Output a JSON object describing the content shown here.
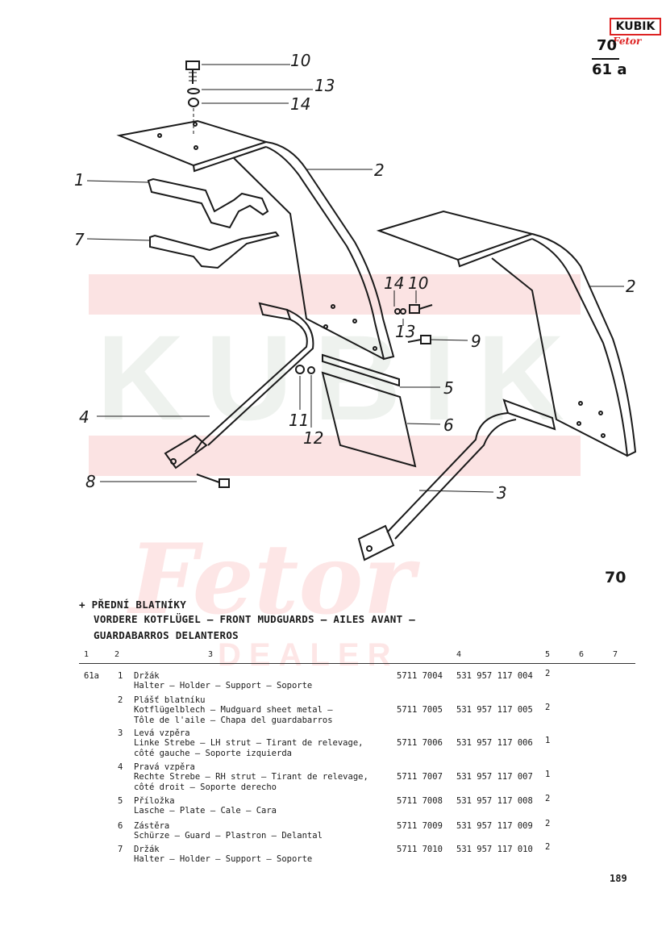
{
  "header": {
    "logo_brand": "KUBIK",
    "logo_sub": "Fetor",
    "group_number": "70",
    "page_ref": "61 a",
    "figure_number": "70"
  },
  "callouts": [
    "10",
    "13",
    "14",
    "2",
    "1",
    "7",
    "2",
    "14",
    "10",
    "13",
    "9",
    "5",
    "6",
    "4",
    "11",
    "12",
    "8",
    "3"
  ],
  "title": {
    "line1": "+ PŘEDNÍ BLATNÍKY",
    "line2": "VORDERE KOTFLÜGEL — FRONT MUDGUARDS — AILES AVANT —",
    "line3": "GUARDABARROS DELANTEROS"
  },
  "columns": [
    "1",
    "2",
    "3",
    "4",
    "5",
    "6",
    "7"
  ],
  "parts": [
    {
      "ref": "61a",
      "pos": "1",
      "lines": [
        "Držák",
        "Halter — Holder — Support — Soporte"
      ],
      "catalog": "5711 7004",
      "code": "531 957 117 004",
      "qty": "2"
    },
    {
      "ref": "",
      "pos": "2",
      "lines": [
        "Plášť blatníku",
        "Kotflügelblech — Mudguard sheet metal —",
        "Tôle de l'aile — Chapa del guardabarros"
      ],
      "catalog": "5711 7005",
      "code": "531 957 117 005",
      "qty": "2"
    },
    {
      "ref": "",
      "pos": "3",
      "lines": [
        "Levá vzpěra",
        "Linke Strebe — LH strut — Tirant de relevage,",
        "côté gauche — Soporte izquierda"
      ],
      "catalog": "5711 7006",
      "code": "531 957 117 006",
      "qty": "1"
    },
    {
      "ref": "",
      "pos": "4",
      "lines": [
        "Pravá vzpěra",
        "Rechte Strebe — RH strut — Tirant de relevage,",
        "côté droit — Soporte derecho"
      ],
      "catalog": "5711 7007",
      "code": "531 957 117 007",
      "qty": "1"
    },
    {
      "ref": "",
      "pos": "5",
      "lines": [
        "Příložka",
        "Lasche — Plate — Cale — Cara"
      ],
      "catalog": "5711 7008",
      "code": "531 957 117 008",
      "qty": "2"
    },
    {
      "ref": "",
      "pos": "6",
      "lines": [
        "Zástěra",
        "Schürze — Guard — Plastron — Delantal"
      ],
      "catalog": "5711 7009",
      "code": "531 957 117 009",
      "qty": "2"
    },
    {
      "ref": "",
      "pos": "7",
      "lines": [
        "Držák",
        "Halter — Holder — Support — Soporte"
      ],
      "catalog": "5711 7010",
      "code": "531 957 117 010",
      "qty": "2"
    }
  ],
  "page_number": "189"
}
